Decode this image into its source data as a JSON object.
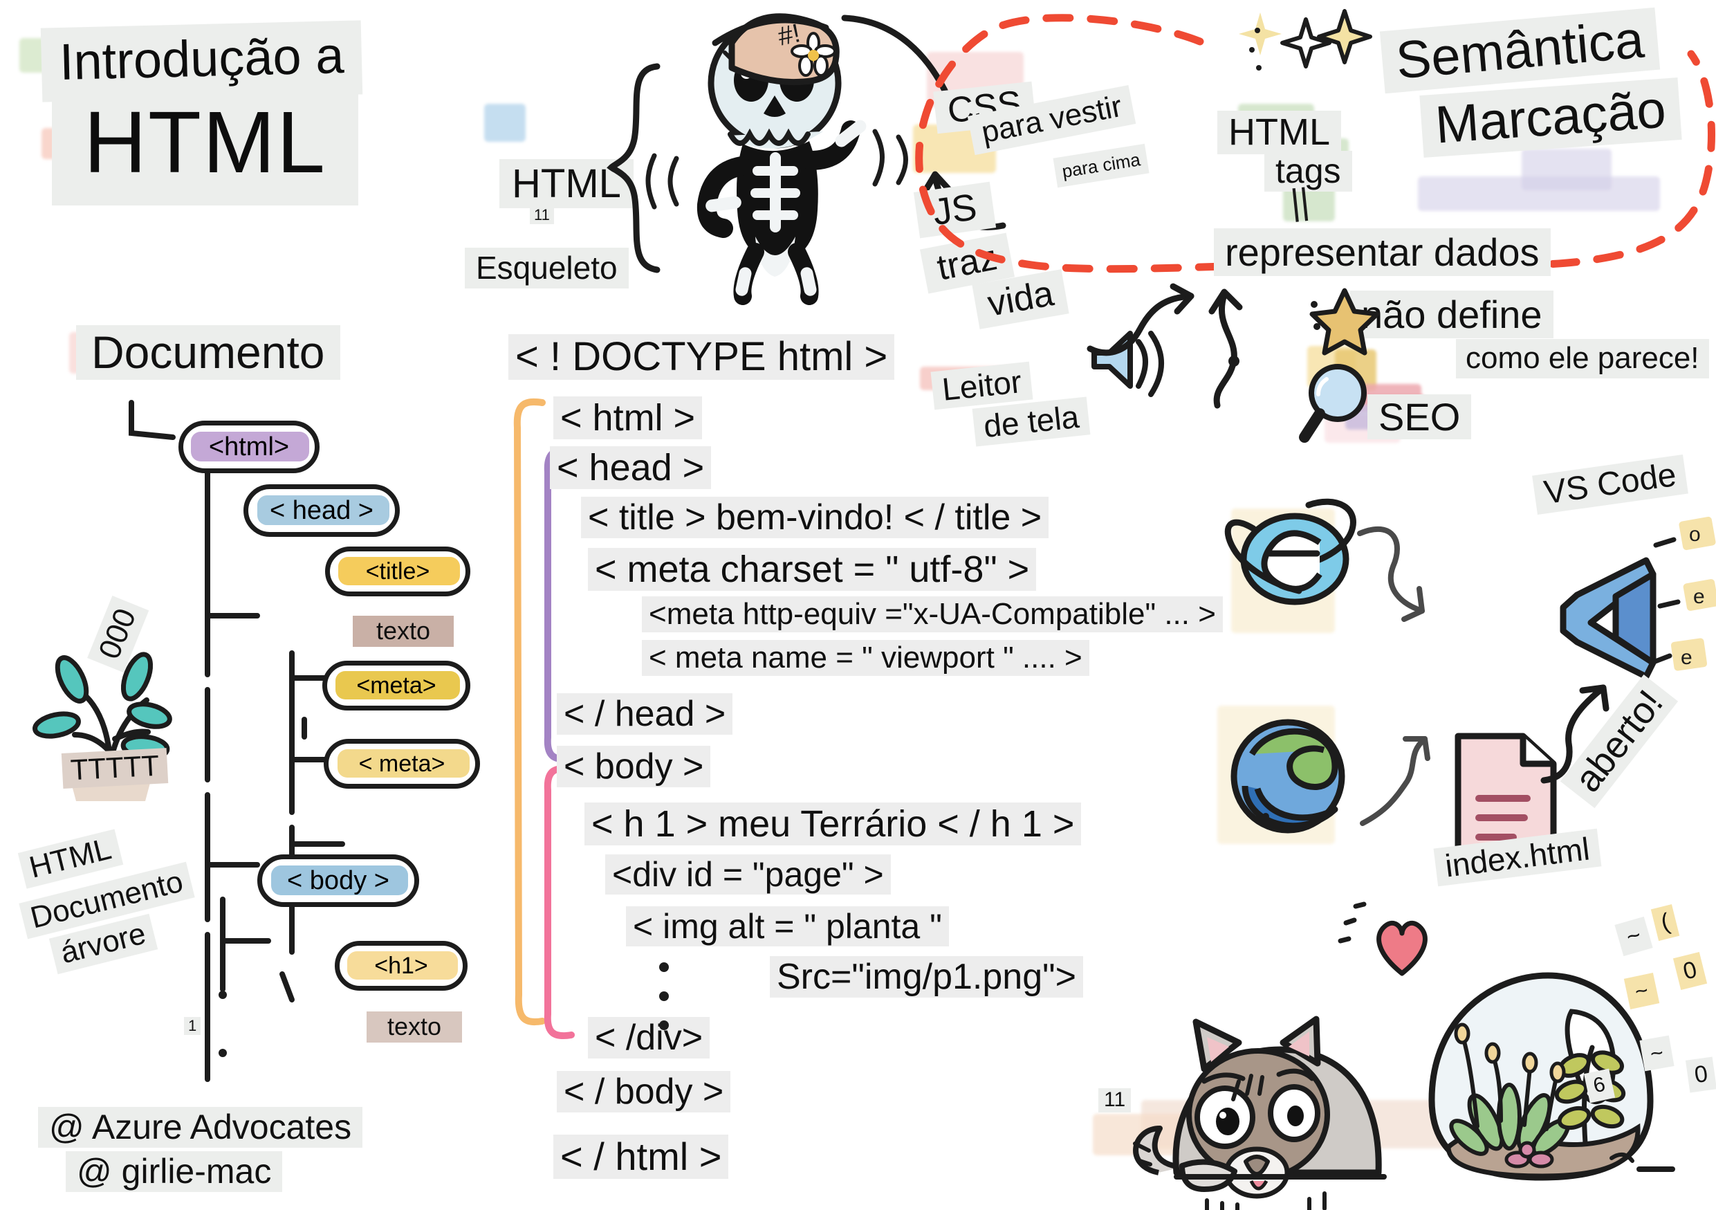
{
  "meta": {
    "language": "pt-BR",
    "style": "hand-drawn sketchnote",
    "page_number": "11"
  },
  "title": {
    "line1": "Introdução a",
    "line2": "HTML"
  },
  "skeleton_section": {
    "html_label": "HTML",
    "html_sub_number": "11",
    "esqueleto_label": "Esqueleto",
    "css_label": "CSS",
    "css_note": "para vestir",
    "para_cima": "para cima",
    "js_label": "JS",
    "js_note_1": "traz",
    "js_note_2": "vida",
    "skull_hat_symbol": "#!"
  },
  "semantics_section": {
    "heading_1": "Semântica",
    "heading_2": "Marcação",
    "html_label": "HTML",
    "tags_label": "tags",
    "equals": "||",
    "representar": "representar dados",
    "nao_define": "não define",
    "como_parece": "como ele parece!",
    "seo": "SEO",
    "leitor_1": "Leitor",
    "leitor_2": "de tela"
  },
  "document_tree": {
    "heading": "Documento",
    "rotated_note_1": "HTML",
    "rotated_note_2": "Documento",
    "rotated_note_3": "árvore",
    "plant_artifact_top": "000",
    "plant_artifact_pot": "TTTTT",
    "marker_1": "1",
    "nodes": [
      {
        "label": "<html>",
        "color": "#c4a8d6"
      },
      {
        "label": "< head >",
        "color": "#a8cbe0"
      },
      {
        "label": "<title>",
        "color": "#f5cc5c"
      },
      {
        "label": "texto",
        "color": "#c9b0a6"
      },
      {
        "label": "<meta>",
        "color": "#e9c84f"
      },
      {
        "label": "< meta>",
        "color": "#f3d98c"
      },
      {
        "label": "< body >",
        "color": "#9ec6df"
      },
      {
        "label": "<h1>",
        "color": "#f7dc9a"
      },
      {
        "label": "texto",
        "color": "#d8c7bf"
      }
    ]
  },
  "code_block": {
    "lines": [
      "< ! DOCTYPE html >",
      "< html >",
      "< head >",
      "< title > bem-vindo! < / title >",
      "< meta charset = \" utf-8\" >",
      "<meta http-equiv =\"x-UA-Compatible\" ... >",
      "< meta name = \" viewport \" .... >",
      "< / head >",
      "< body >",
      "< h 1 > meu Terrário < / h 1 >",
      "<div id = \"page\" >",
      "< img alt = \" planta \"",
      "Src=\"img/p1.png\">",
      "< /div>",
      "< / body >",
      "< / html >"
    ],
    "bracket_colors": {
      "html": "#f6b96b",
      "head": "#a383c4",
      "body": "#f2739a"
    }
  },
  "tools_section": {
    "vscode_label": "VS Code",
    "aberto_label": "aberto!",
    "file_label": "index.html",
    "ie_icon": "internet-explorer-icon",
    "edge_icon": "edge-icon",
    "vscode_icon": "vscode-icon"
  },
  "credits": {
    "line1": "@ Azure Advocates",
    "line2": "@ girlie-mac"
  },
  "page_markers": {
    "bottom_right_11": "11",
    "right_scatter": [
      "~",
      "0",
      "0",
      "~",
      "0",
      "6",
      "("
    ]
  },
  "colors": {
    "chip_bg": "#eceeec",
    "code_bg": "#ededed",
    "ink": "#1c1c1c",
    "dashed_red": "#ef4a33",
    "green_wash": "#cfe3c6",
    "pink_wash": "#f6d9d9",
    "yellow_wash": "#f7e2a8",
    "blue_wash": "#bcd9ee",
    "purple_wash": "#d3cfe8",
    "teal_leaf": "#55c6bd",
    "heart_pink": "#f0737f"
  }
}
